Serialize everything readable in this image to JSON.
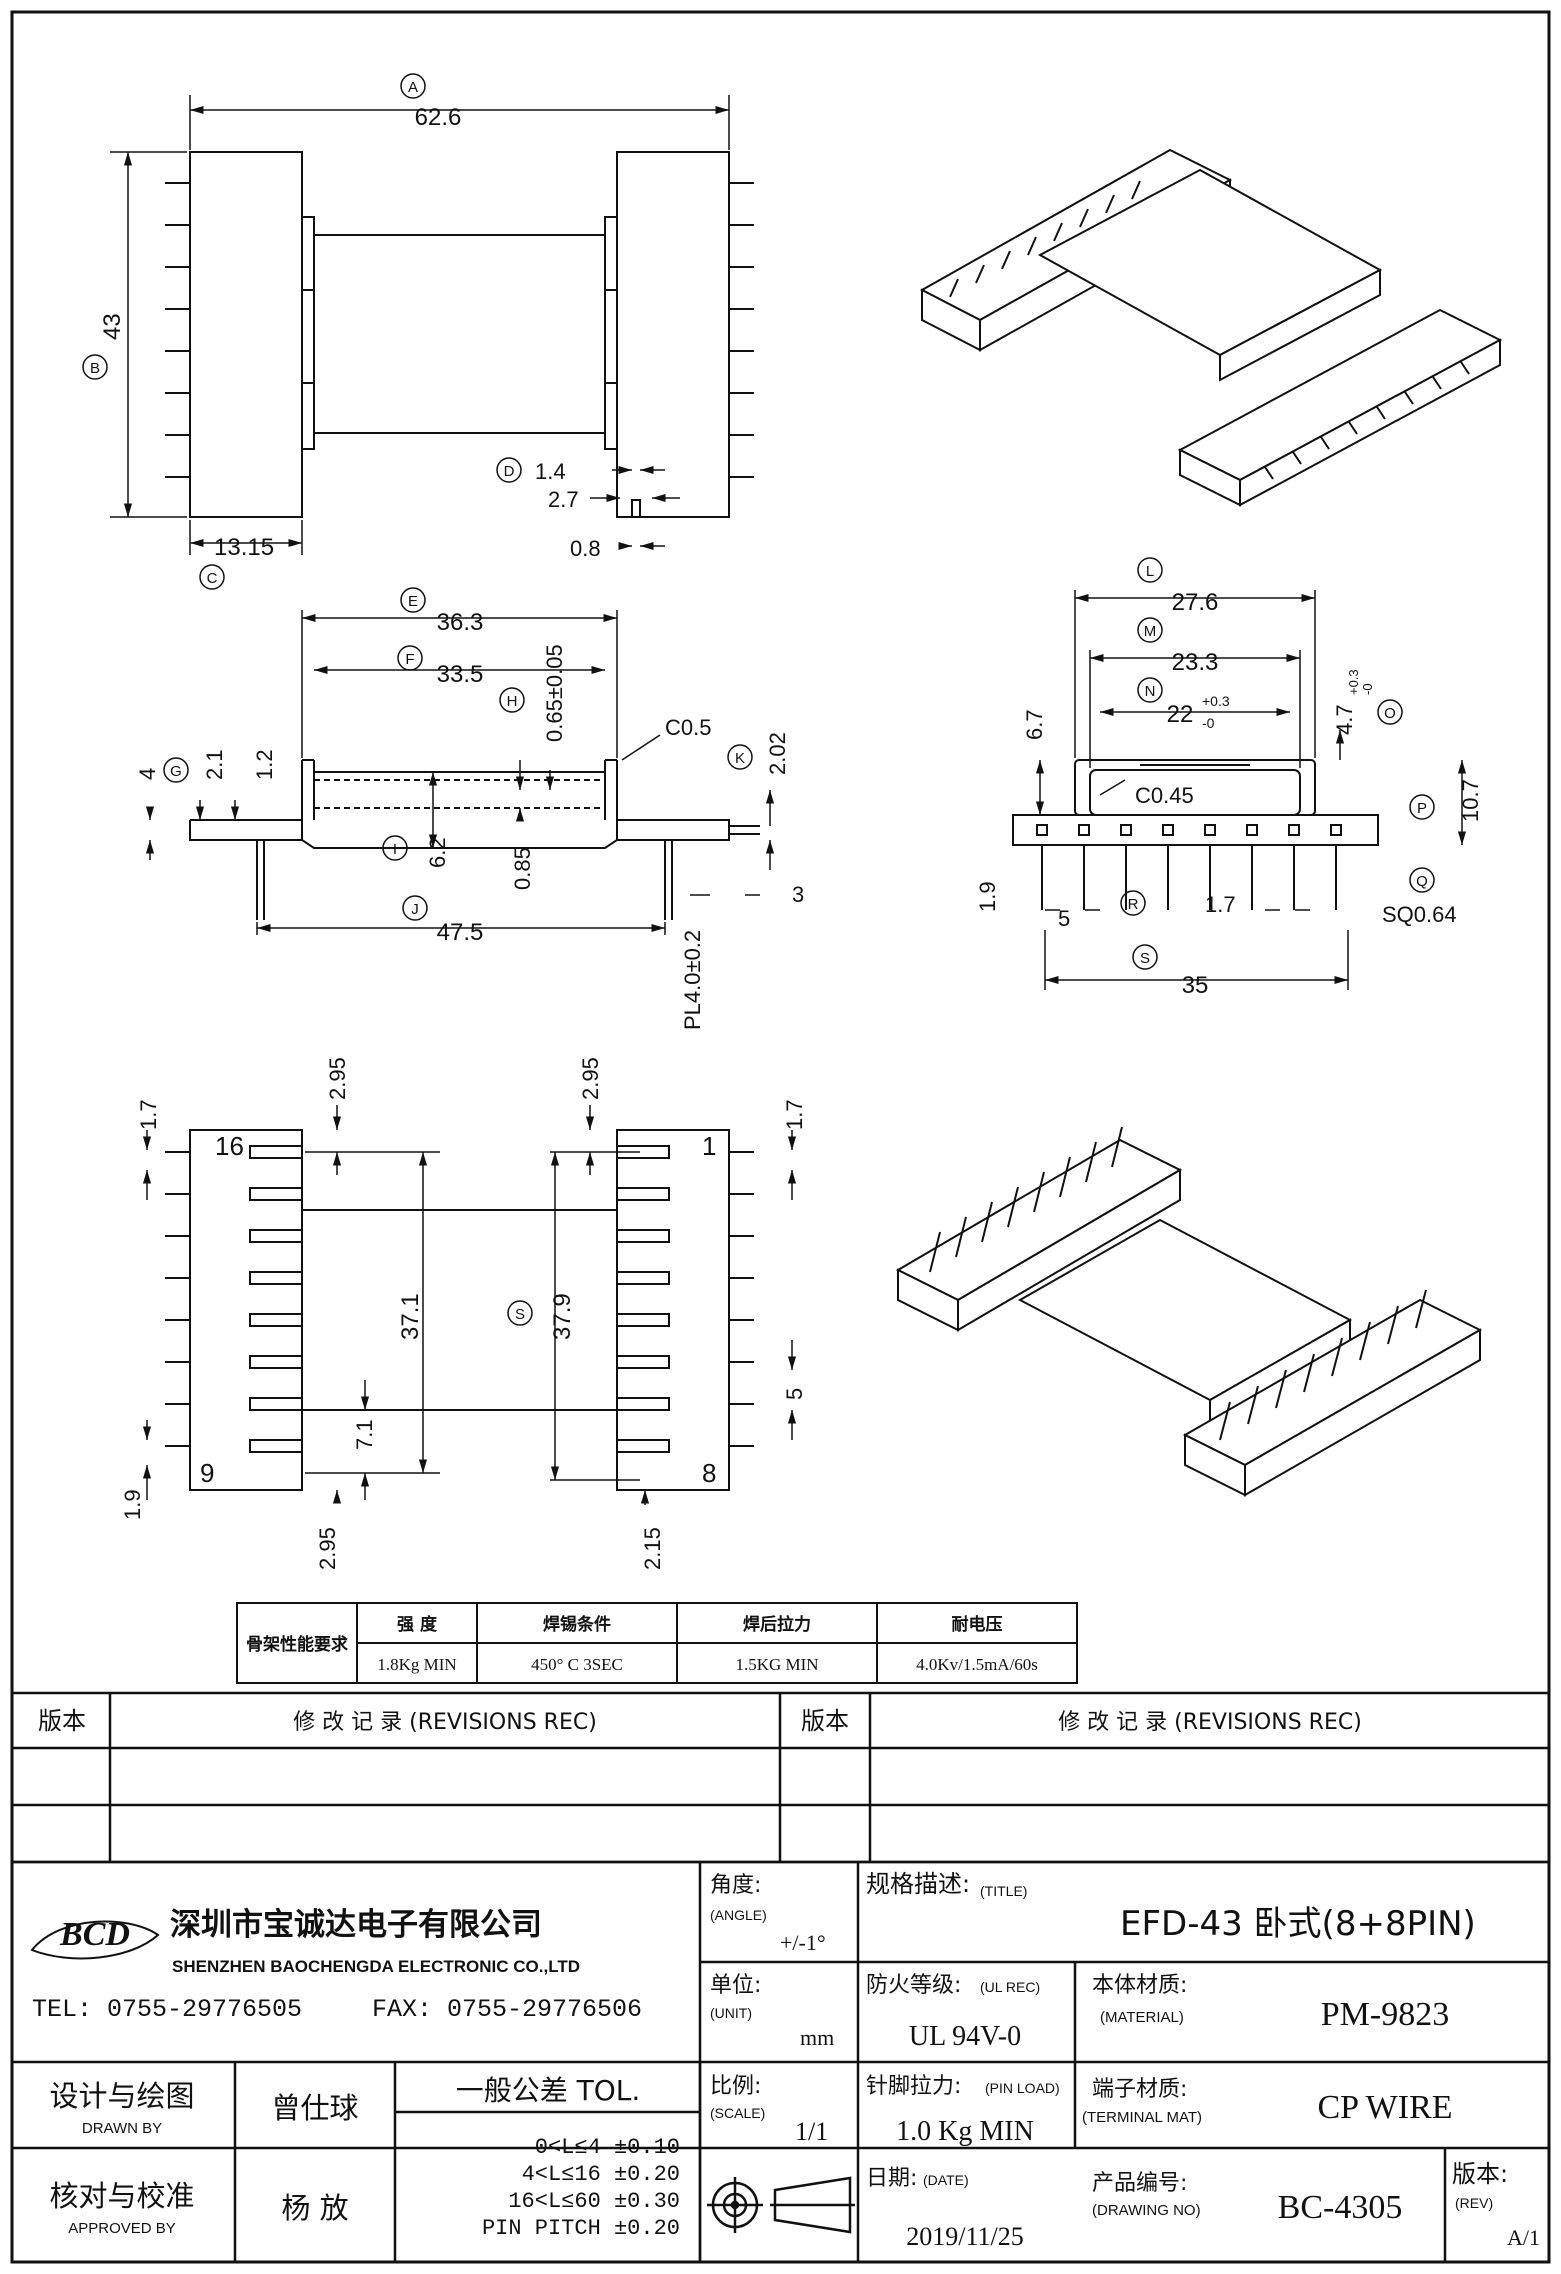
{
  "dims": {
    "A": "62.6",
    "B": "43",
    "C": "13.15",
    "D1": "1.4",
    "D2": "2.7",
    "D3": "0.8",
    "E": "36.3",
    "F": "33.5",
    "H": "0.65±0.05",
    "C05": "C0.5",
    "K": "2.02",
    "G1": "4",
    "G2": "2.1",
    "G3": "1.2",
    "I": "6.2",
    "I2": "0.85",
    "J": "47.5",
    "J3": "3",
    "PL": "PL4.0±0.2",
    "L": "27.6",
    "M": "23.3",
    "N": "22",
    "N_tol_up": "+0.3",
    "N_tol_dn": "-0",
    "O1": "6.7",
    "O": "4.7",
    "O_tol_up": "+0.3",
    "O_tol_dn": "-0",
    "P": "10.7",
    "C045": "C0.45",
    "R1": "1.9",
    "R": "5",
    "Q1": "1.7",
    "Q": "SQ0.64",
    "S": "35",
    "b1": "2.95",
    "b2": "2.95",
    "b3": "1.7",
    "b4": "1.7",
    "b5": "37.1",
    "b6": "37.9",
    "b7": "5",
    "b8": "7.1",
    "b9": "1.9",
    "b10": "2.95",
    "b11": "2.15"
  },
  "dim_tags": [
    "A",
    "B",
    "C",
    "D",
    "E",
    "F",
    "G",
    "H",
    "I",
    "J",
    "K",
    "L",
    "M",
    "N",
    "O",
    "P",
    "Q",
    "R",
    "S",
    "S"
  ],
  "pin_numbers": {
    "p16": "16",
    "p1": "1",
    "p9": "9",
    "p8": "8"
  },
  "spec_table": {
    "row_header": "骨架性能要求",
    "headers": [
      "强 度",
      "焊锡条件",
      "焊后拉力",
      "耐电压"
    ],
    "values": [
      "1.8Kg MIN",
      "450° C  3SEC",
      "1.5KG MIN",
      "4.0Kv/1.5mA/60s"
    ]
  },
  "revisions": {
    "ver_label": "版本",
    "rec_label": "修  改  记  录  (REVISIONS REC)"
  },
  "company": {
    "logo": "BCD",
    "name_cn": "深圳市宝诚达电子有限公司",
    "name_en": "SHENZHEN BAOCHENGDA ELECTRONIC CO.,LTD",
    "tel": "TEL: 0755-29776505",
    "fax": "FAX: 0755-29776506"
  },
  "title_block": {
    "angle_label": "角度:",
    "angle_en": "(ANGLE)",
    "angle_val": "+/-1°",
    "title_label": "规格描述:",
    "title_en": "(TITLE)",
    "title_val": "EFD-43 卧式(8+8PIN)",
    "unit_label": "单位:",
    "unit_en": "(UNIT)",
    "unit_val": "mm",
    "ul_label": "防火等级:",
    "ul_en": "(UL REC)",
    "ul_val": "UL 94V-0",
    "mat_label": "本体材质:",
    "mat_en": "(MATERIAL)",
    "mat_val": "PM-9823",
    "drawn_label": "设计与绘图",
    "drawn_en": "DRAWN BY",
    "drawn_val": "曾仕球",
    "tol_label": "一般公差 TOL.",
    "tol_rows": [
      "0<L≤4    ±0.10",
      "4<L≤16   ±0.20",
      "16<L≤60  ±0.30",
      "PIN PITCH ±0.20"
    ],
    "scale_label": "比例:",
    "scale_en": "(SCALE)",
    "scale_val": "1/1",
    "pin_label": "针脚拉力:",
    "pin_en": "(PIN LOAD)",
    "pin_val": "1.0 Kg MIN",
    "term_label": "端子材质:",
    "term_en": "(TERMINAL MAT)",
    "term_val": "CP WIRE",
    "appr_label": "核对与校准",
    "appr_en": "APPROVED BY",
    "appr_val": "杨  放",
    "date_label": "日期:",
    "date_en": "(DATE)",
    "date_val": "2019/11/25",
    "dwg_label": "产品编号:",
    "dwg_en": "(DRAWING NO)",
    "dwg_val": "BC-4305",
    "rev_label": "版本:",
    "rev_en": "(REV)",
    "rev_val": "A/1"
  }
}
